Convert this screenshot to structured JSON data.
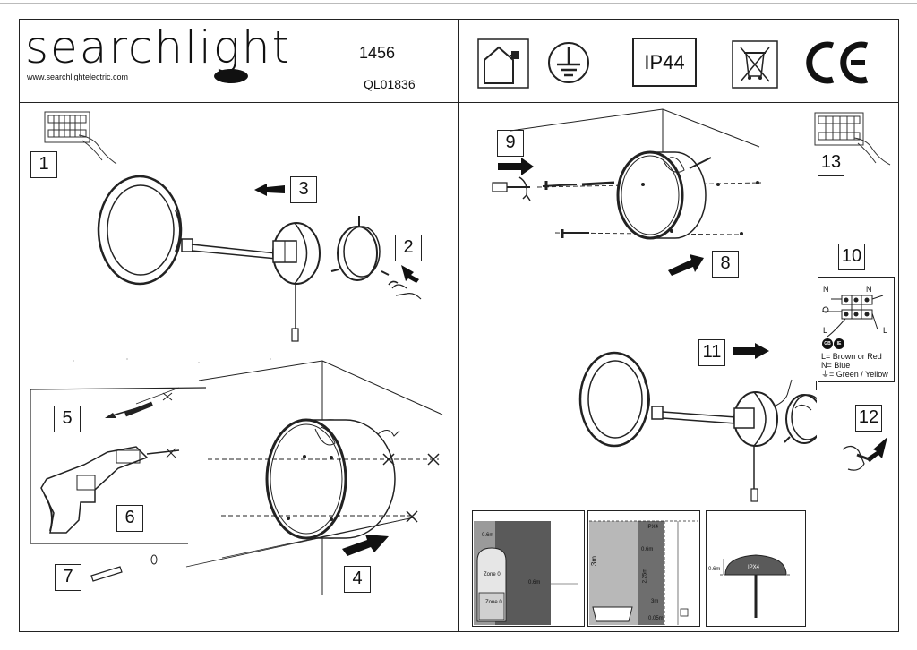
{
  "header": {
    "brand": "searchlight",
    "website": "www.searchlightelectric.com",
    "product_code": "1456",
    "ql_code": "QL01836",
    "ip_rating": "IP44",
    "icons": [
      "indoor-use-icon",
      "earth-ground-icon",
      "ip44-rating",
      "weee-bin-icon",
      "ce-mark-icon"
    ]
  },
  "steps": {
    "s1": "1",
    "s2": "2",
    "s3": "3",
    "s4": "4",
    "s5": "5",
    "s6": "6",
    "s7": "7",
    "s8": "8",
    "s9": "9",
    "s10": "10",
    "s11": "11",
    "s12": "12",
    "s13": "13"
  },
  "wiring": {
    "n_top": "N",
    "n_top_right": "N",
    "l_bottom": "L",
    "l_bottom_right": "L",
    "badge_gb": "GB",
    "badge_ie": "IE",
    "legend": [
      "L= Brown or Red",
      "N= Blue",
      "= Green / Yellow"
    ]
  },
  "zones": {
    "panel1": {
      "zone0_upper": "Zone 0",
      "zone0_lower": "Zone 0",
      "dim_06_top": "0.6m",
      "dim_06_side": "0.6m"
    },
    "panel2": {
      "ipx4": "IPX4",
      "dim_3m_left": "3m",
      "dim_06": "0.6m",
      "dim_225": "2.25m",
      "dim_3m": "3m",
      "dim_005": "0.05m"
    },
    "panel3": {
      "ipx4": "IPX4",
      "dim_06": "0.6m"
    }
  }
}
